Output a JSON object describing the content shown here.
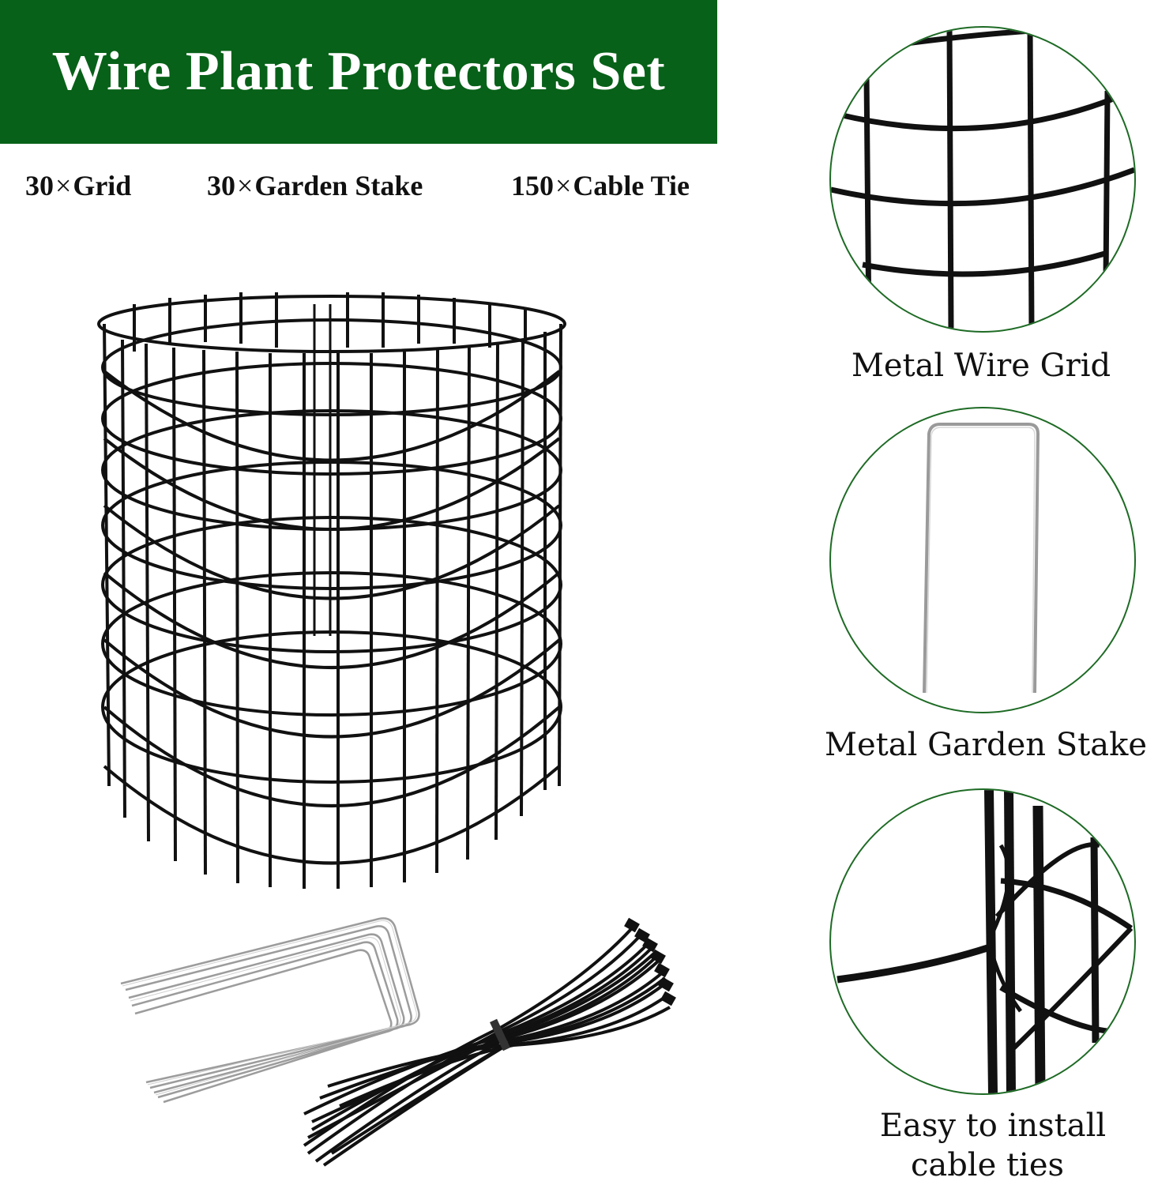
{
  "banner": {
    "title": "Wire Plant Protectors Set",
    "background_color": "#076118",
    "text_color": "#ffffff"
  },
  "package_contents": [
    {
      "quantity": "30",
      "multiplier": "×",
      "item": "Grid"
    },
    {
      "quantity": "30",
      "multiplier": "×",
      "item": "Garden Stake"
    },
    {
      "quantity": "150",
      "multiplier": "×",
      "item": "Cable Tie"
    }
  ],
  "images": {
    "main_product": "wire-cage-grid-image",
    "accessories": [
      "u-shaped-garden-stakes-image",
      "black-cable-ties-bundle-image"
    ]
  },
  "features": [
    {
      "label": "Metal Wire Grid",
      "image": "wire-grid-closeup"
    },
    {
      "label": "Metal Garden Stake",
      "image": "garden-stake-closeup"
    },
    {
      "label_line1": "Easy to install",
      "label_line2": "cable ties",
      "image": "cable-tie-closeup"
    }
  ],
  "colors": {
    "circle_border": "#1e6b25",
    "wire": "#111111",
    "stake_metal": "#a8a8a8"
  }
}
